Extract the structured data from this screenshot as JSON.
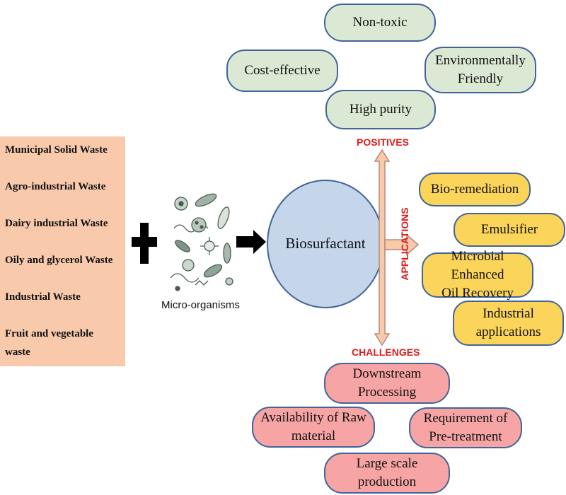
{
  "waste_sources": [
    "Municipal Solid Waste",
    "Agro-industrial Waste",
    "Dairy industrial Waste",
    "Oily and glycerol Waste",
    "Industrial Waste",
    "Fruit and vegetable",
    "waste"
  ],
  "micro_label": "Micro-organisms",
  "center_label": "Biosurfactant",
  "positives": {
    "heading": "POSITIVES",
    "items": [
      [
        "Non-toxic"
      ],
      [
        "Cost-effective"
      ],
      [
        "Environmentally",
        "Friendly"
      ],
      [
        "High purity"
      ]
    ]
  },
  "applications": {
    "heading": "APPLICATIONS",
    "items": [
      [
        "Bio-remediation"
      ],
      [
        "Emulsifier"
      ],
      [
        "Microbial Enhanced",
        "Oil Recovery"
      ],
      [
        "Industrial",
        "applications"
      ]
    ]
  },
  "challenges": {
    "heading": "CHALLENGES",
    "items": [
      [
        "Downstream",
        "Processing"
      ],
      [
        "Availability of Raw",
        "material"
      ],
      [
        "Requirement of",
        "Pre-treatment"
      ],
      [
        "Large scale",
        "production"
      ]
    ]
  },
  "colors": {
    "positive_fill": "#dbe8d3",
    "application_fill": "#fbd45a",
    "challenge_fill": "#f7a4a4",
    "waste_fill": "#f8c9ab",
    "heading_red": "#e01b1b",
    "circle_fill": "#c5d5ea",
    "outline": "#42649a"
  }
}
